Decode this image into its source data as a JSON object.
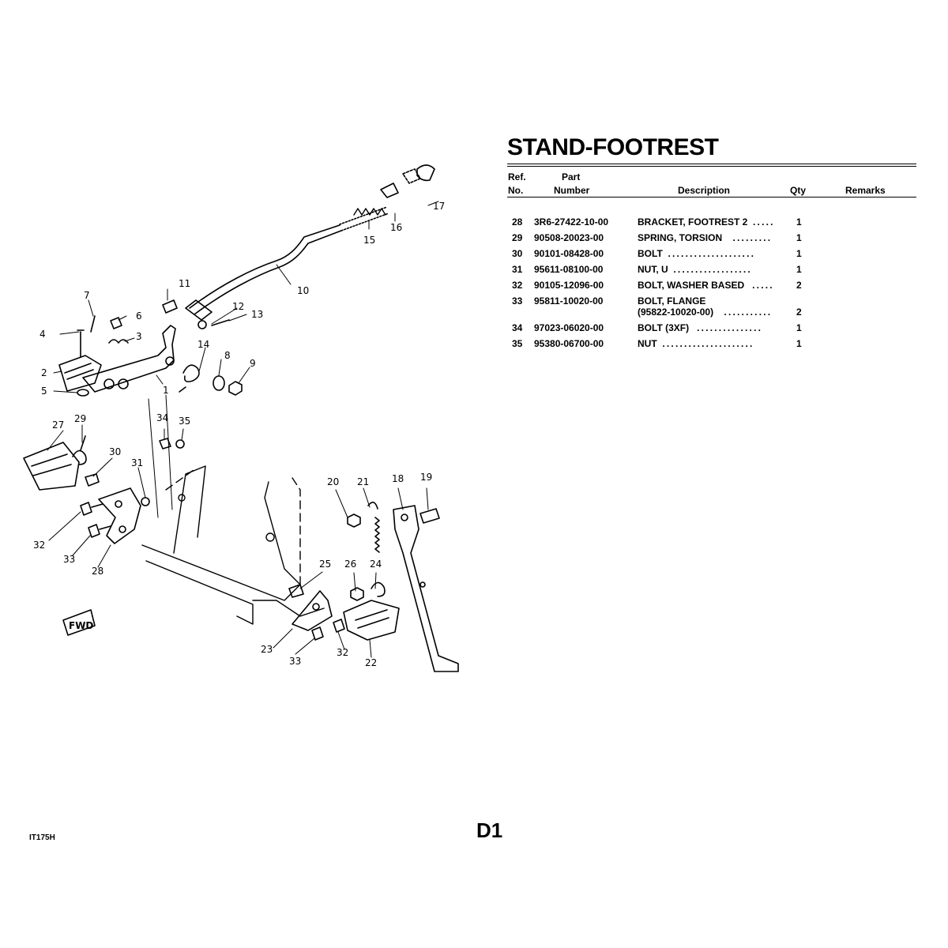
{
  "title": "STAND-FOOTREST",
  "headers": {
    "ref_line1": "Ref.",
    "ref_line2": "No.",
    "part_line1": "Part",
    "part_line2": "Number",
    "description": "Description",
    "qty": "Qty",
    "remarks": "Remarks"
  },
  "rows": [
    {
      "ref": "28",
      "part": "3R6-27422-10-00",
      "desc": "BRACKET, FOOTREST 2",
      "dots": ".....",
      "qty": "1"
    },
    {
      "ref": "29",
      "part": "90508-20023-00",
      "desc": "SPRING, TORSION",
      "dots": ".........",
      "qty": "1"
    },
    {
      "ref": "30",
      "part": "90101-08428-00",
      "desc": "BOLT",
      "dots": "....................",
      "qty": "1"
    },
    {
      "ref": "31",
      "part": "95611-08100-00",
      "desc": "NUT, U",
      "dots": "..................",
      "qty": "1"
    },
    {
      "ref": "32",
      "part": "90105-12096-00",
      "desc": "BOLT, WASHER BASED",
      "dots": ".....",
      "qty": "2"
    },
    {
      "ref": "33",
      "part": "95811-10020-00",
      "desc": "BOLT, FLANGE",
      "note": "(95822-10020-00)",
      "dots": "...........",
      "qty": "2"
    },
    {
      "ref": "34",
      "part": "97023-06020-00",
      "desc": "BOLT (3XF)",
      "dots": "...............",
      "qty": "1"
    },
    {
      "ref": "35",
      "part": "95380-06700-00",
      "desc": "NUT",
      "dots": ".....................",
      "qty": "1"
    }
  ],
  "callouts": [
    "1",
    "2",
    "3",
    "4",
    "5",
    "6",
    "7",
    "8",
    "9",
    "10",
    "11",
    "12",
    "13",
    "14",
    "15",
    "16",
    "17",
    "18",
    "19",
    "20",
    "21",
    "22",
    "23",
    "24",
    "25",
    "26",
    "27",
    "28",
    "29",
    "30",
    "31",
    "32",
    "33",
    "34",
    "35",
    "32",
    "33"
  ],
  "fwd_label": "FWD",
  "page_code": "IT175H",
  "page_number": "D1"
}
